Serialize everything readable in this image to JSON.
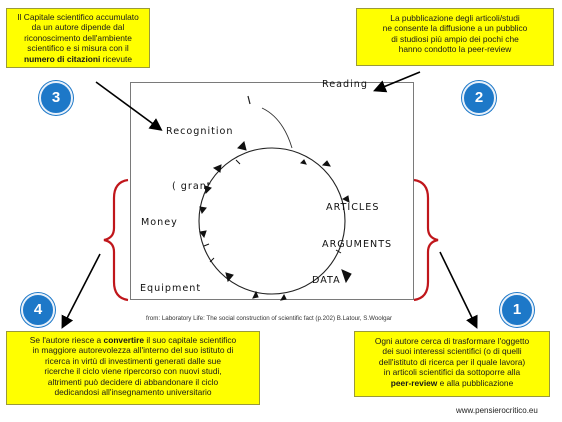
{
  "notes": {
    "top_left": {
      "line1": "Il Capitale scientifico accumulato",
      "line2": "da un autore dipende dal",
      "line3": "riconoscimento dell'ambiente",
      "line4_pre": "scientifico e si misura con il",
      "line5_bold": "numero di citazioni",
      "line5_post": " ricevute"
    },
    "top_right": {
      "line1": "La pubblicazione degli articoli/studi",
      "line2": "ne consente la diffusione a un pubblico",
      "line3": "di studiosi più ampio dei pochi che",
      "line4": "hanno condotto la peer-review"
    },
    "bottom_left": {
      "line1_pre": "Se l'autore riesce a ",
      "line1_bold": "convertire",
      "line1_post": "  il suo capitale scientifico",
      "line2": "in maggiore autorevolezza all'interno del suo istituto di",
      "line3": "ricerca in virtù di investimenti generati dalle sue",
      "line4": "ricerche il ciclo viene ripercorso con nuovi studi,",
      "line5": "altrimenti può decidere di abbandonare il ciclo",
      "line6": "dedicandosi all'insegnamento universitario"
    },
    "bottom_right": {
      "line1": "Ogni autore cerca di trasformare l'oggetto",
      "line2": "dei suoi interessi scientifici (o di quelli",
      "line3": "dell'istituto di ricerca per il quale lavora)",
      "line4": "in articoli scientifici da sottoporre alla",
      "line5_bold": "peer-review",
      "line5_post": " e alla pubblicazione"
    }
  },
  "badges": {
    "b1": "1",
    "b2": "2",
    "b3": "3",
    "b4": "4"
  },
  "diagram": {
    "reading": "Reading",
    "recognition": "Recognition",
    "grant": "( grant",
    "money": "Money",
    "equipment": "Equipment",
    "articles": "ARTICLES",
    "arguments": "ARGUMENTS",
    "data": "DATA"
  },
  "caption": "from: Laboratory Life: The social construction of scientific fact (p.202) B.Latour, S.Woolgar",
  "site": "www.pensierocritico.eu",
  "colors": {
    "note_background": "#ffff00",
    "badge": "#1d78c8",
    "brace": "#c0161b",
    "arrow": "#000000"
  }
}
